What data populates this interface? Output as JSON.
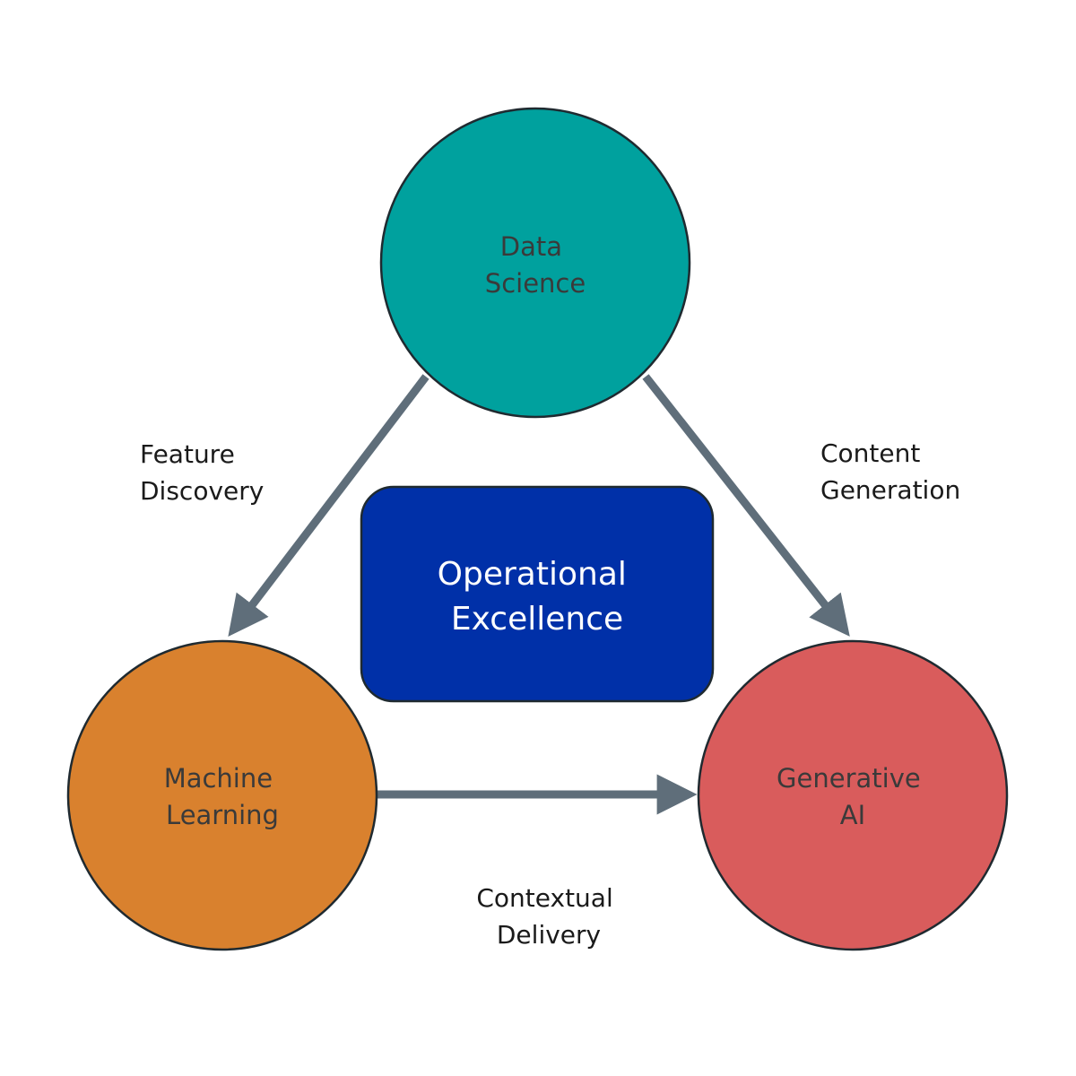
{
  "colors": {
    "background": "#ffffff",
    "data_science": "#00a19e",
    "machine_learning": "#d9812e",
    "generative_ai": "#d95c5c",
    "center_box": "#0030a8",
    "arrow": "#5f6e7a",
    "outline": "#1f2a30"
  },
  "nodes": {
    "data_science": {
      "line1": "Data",
      "line2": "Science"
    },
    "machine_learning": {
      "line1": "Machine",
      "line2": "Learning"
    },
    "generative_ai": {
      "line1": "Generative",
      "line2": "AI"
    }
  },
  "center": {
    "line1": "Operational",
    "line2": "Excellence"
  },
  "edges": {
    "feature_discovery": {
      "line1": "Feature",
      "line2": "Discovery"
    },
    "content_generation": {
      "line1": "Content",
      "line2": "Generation"
    },
    "contextual_delivery": {
      "line1": "Contextual",
      "line2": "Delivery"
    }
  }
}
